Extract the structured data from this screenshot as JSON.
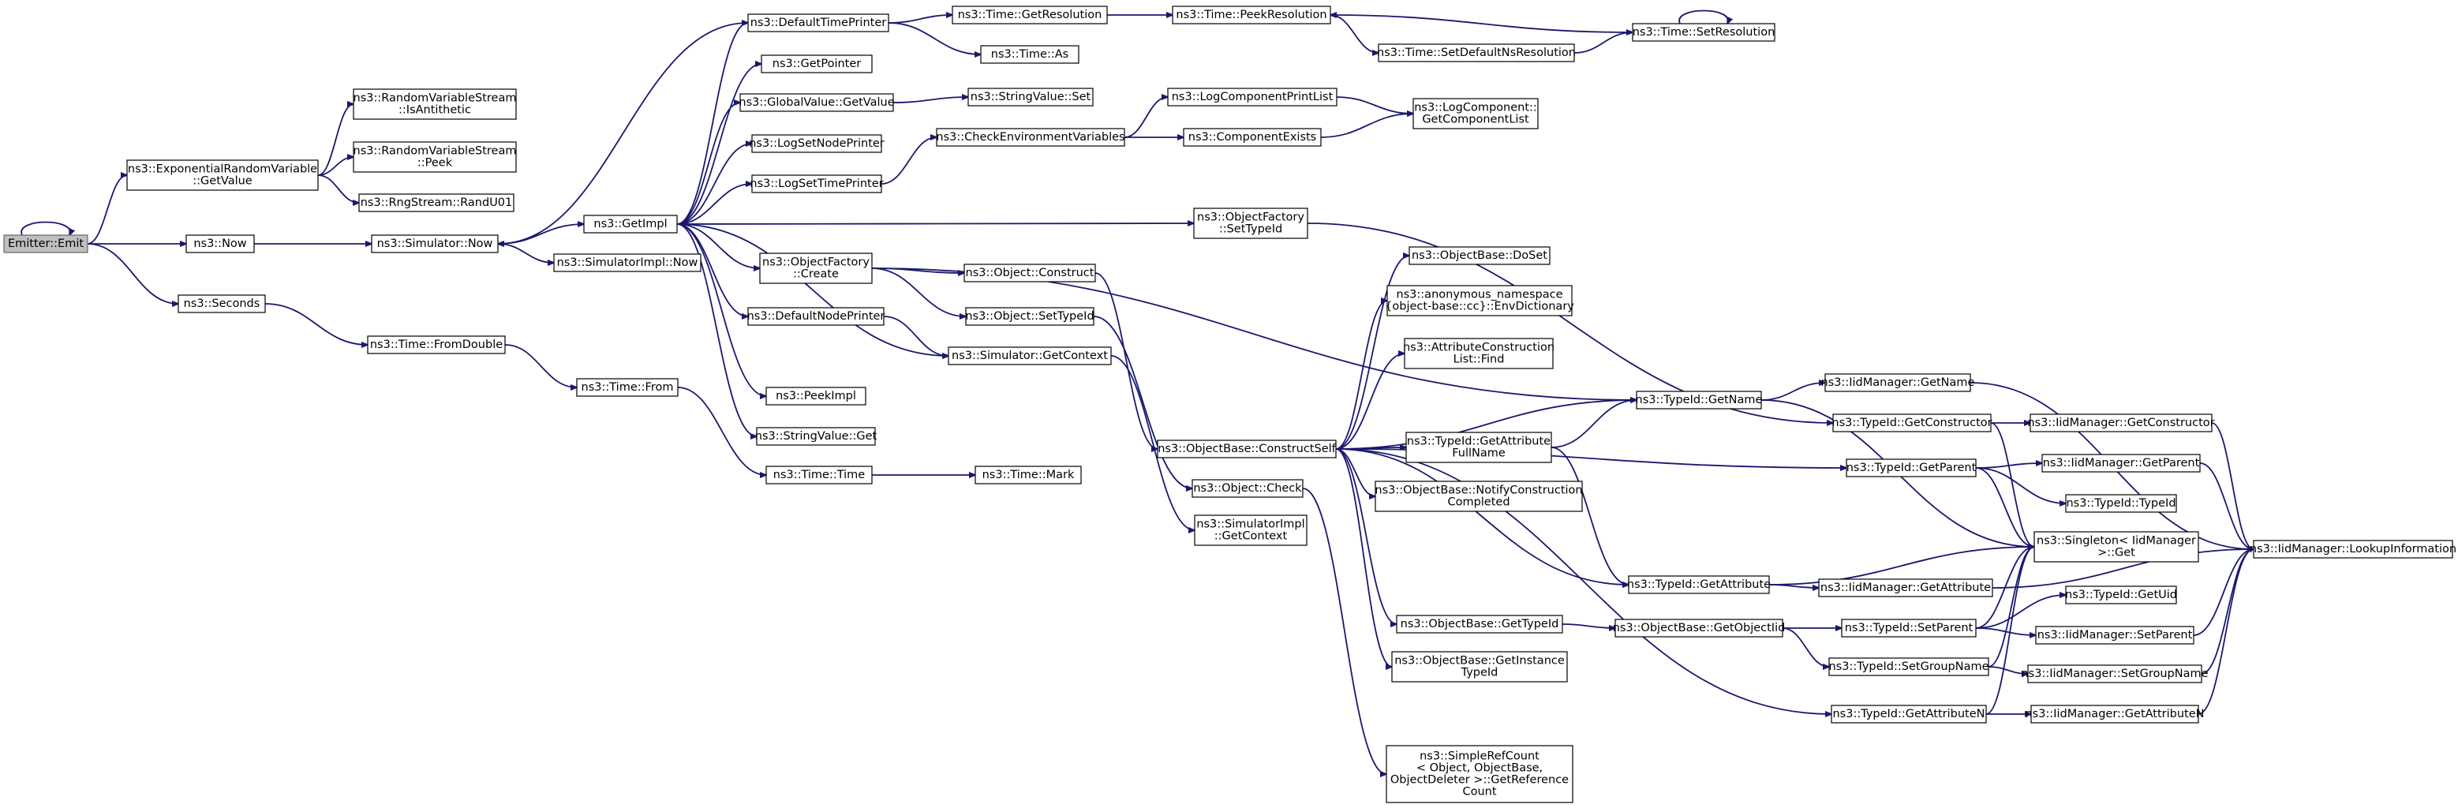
{
  "diagram": {
    "type": "call-graph",
    "edge_color": "#191970",
    "root_fill": "#bfbfbf",
    "nodes": [
      {
        "id": "emit",
        "label": [
          "Emitter::Emit"
        ],
        "root": true
      },
      {
        "id": "exprv",
        "label": [
          "ns3::ExponentialRandomVariable",
          "::GetValue"
        ]
      },
      {
        "id": "now1",
        "label": [
          "ns3::Now"
        ]
      },
      {
        "id": "seconds",
        "label": [
          "ns3::Seconds"
        ]
      },
      {
        "id": "isanti",
        "label": [
          "ns3::RandomVariableStream",
          "::IsAntithetic"
        ]
      },
      {
        "id": "peek",
        "label": [
          "ns3::RandomVariableStream",
          "::Peek"
        ]
      },
      {
        "id": "randu01",
        "label": [
          "ns3::RngStream::RandU01"
        ]
      },
      {
        "id": "simnow",
        "label": [
          "ns3::Simulator::Now"
        ]
      },
      {
        "id": "getimpl",
        "label": [
          "ns3::GetImpl"
        ]
      },
      {
        "id": "simimplnow",
        "label": [
          "ns3::SimulatorImpl::Now"
        ]
      },
      {
        "id": "fromdouble",
        "label": [
          "ns3::Time::FromDouble"
        ]
      },
      {
        "id": "timefrom",
        "label": [
          "ns3::Time::From"
        ]
      },
      {
        "id": "timetime",
        "label": [
          "ns3::Time::Time"
        ]
      },
      {
        "id": "timemark",
        "label": [
          "ns3::Time::Mark"
        ]
      },
      {
        "id": "dtp",
        "label": [
          "ns3::DefaultTimePrinter"
        ]
      },
      {
        "id": "getpointer",
        "label": [
          "ns3::GetPointer"
        ]
      },
      {
        "id": "gvget",
        "label": [
          "ns3::GlobalValue::GetValue"
        ]
      },
      {
        "id": "logsetnode",
        "label": [
          "ns3::LogSetNodePrinter"
        ]
      },
      {
        "id": "logsettime",
        "label": [
          "ns3::LogSetTimePrinter"
        ]
      },
      {
        "id": "ofcreate",
        "label": [
          "ns3::ObjectFactory",
          "::Create"
        ]
      },
      {
        "id": "dnp",
        "label": [
          "ns3::DefaultNodePrinter"
        ]
      },
      {
        "id": "peekimpl",
        "label": [
          "ns3::PeekImpl"
        ]
      },
      {
        "id": "svget",
        "label": [
          "ns3::StringValue::Get"
        ]
      },
      {
        "id": "getres",
        "label": [
          "ns3::Time::GetResolution"
        ]
      },
      {
        "id": "timeas",
        "label": [
          "ns3::Time::As"
        ]
      },
      {
        "id": "peekres",
        "label": [
          "ns3::Time::PeekResolution"
        ]
      },
      {
        "id": "setdefns",
        "label": [
          "ns3::Time::SetDefaultNsResolution"
        ]
      },
      {
        "id": "setres",
        "label": [
          "ns3::Time::SetResolution"
        ]
      },
      {
        "id": "svset",
        "label": [
          "ns3::StringValue::Set"
        ]
      },
      {
        "id": "checkenv",
        "label": [
          "ns3::CheckEnvironmentVariables"
        ]
      },
      {
        "id": "logcpl",
        "label": [
          "ns3::LogComponentPrintList"
        ]
      },
      {
        "id": "compexists",
        "label": [
          "ns3::ComponentExists"
        ]
      },
      {
        "id": "lcgcl",
        "label": [
          "ns3::LogComponent::",
          "GetComponentList"
        ]
      },
      {
        "id": "ofsettid",
        "label": [
          "ns3::ObjectFactory",
          "::SetTypeId"
        ]
      },
      {
        "id": "objconstruct",
        "label": [
          "ns3::Object::Construct"
        ]
      },
      {
        "id": "objsettid",
        "label": [
          "ns3::Object::SetTypeId"
        ]
      },
      {
        "id": "simgetctx",
        "label": [
          "ns3::Simulator::GetContext"
        ]
      },
      {
        "id": "obconstructself",
        "label": [
          "ns3::ObjectBase::ConstructSelf"
        ]
      },
      {
        "id": "objcheck",
        "label": [
          "ns3::Object::Check"
        ]
      },
      {
        "id": "simimplgetctx",
        "label": [
          "ns3::SimulatorImpl",
          "::GetContext"
        ]
      },
      {
        "id": "obdoset",
        "label": [
          "ns3::ObjectBase::DoSet"
        ]
      },
      {
        "id": "envdict",
        "label": [
          "ns3::anonymous_namespace",
          "{object-base::cc}::EnvDictionary"
        ]
      },
      {
        "id": "aclfind",
        "label": [
          "ns3::AttributeConstruction",
          "List::Find"
        ]
      },
      {
        "id": "tidgetattrfull",
        "label": [
          "ns3::TypeId::GetAttribute",
          "FullName"
        ]
      },
      {
        "id": "obnotify",
        "label": [
          "ns3::ObjectBase::NotifyConstruction",
          "Completed"
        ]
      },
      {
        "id": "obgettid",
        "label": [
          "ns3::ObjectBase::GetTypeId"
        ]
      },
      {
        "id": "obgetinst",
        "label": [
          "ns3::ObjectBase::GetInstance",
          "TypeId"
        ]
      },
      {
        "id": "srcref",
        "label": [
          "ns3::SimpleRefCount",
          "< Object, ObjectBase,",
          "ObjectDeleter >::GetReference",
          "Count"
        ]
      },
      {
        "id": "tidgetname",
        "label": [
          "ns3::TypeId::GetName"
        ]
      },
      {
        "id": "tidgetattr",
        "label": [
          "ns3::TypeId::GetAttribute"
        ]
      },
      {
        "id": "obgetobjiid",
        "label": [
          "ns3::ObjectBase::GetObjectIid"
        ]
      },
      {
        "id": "iidgetname",
        "label": [
          "ns3::IidManager::GetName"
        ]
      },
      {
        "id": "tidgetctor",
        "label": [
          "ns3::TypeId::GetConstructor"
        ]
      },
      {
        "id": "tidgetparent",
        "label": [
          "ns3::TypeId::GetParent"
        ]
      },
      {
        "id": "iidgetattr",
        "label": [
          "ns3::IidManager::GetAttribute"
        ]
      },
      {
        "id": "tidsetparent",
        "label": [
          "ns3::TypeId::SetParent"
        ]
      },
      {
        "id": "tidsetgroup",
        "label": [
          "ns3::TypeId::SetGroupName"
        ]
      },
      {
        "id": "tidgetattrn",
        "label": [
          "ns3::TypeId::GetAttributeN"
        ]
      },
      {
        "id": "iidgetctor",
        "label": [
          "ns3::IidManager::GetConstructor"
        ]
      },
      {
        "id": "iidgetparent",
        "label": [
          "ns3::IidManager::GetParent"
        ]
      },
      {
        "id": "tidtypeid",
        "label": [
          "ns3::TypeId::TypeId"
        ]
      },
      {
        "id": "singleton",
        "label": [
          "ns3::Singleton< IidManager",
          " >::Get"
        ]
      },
      {
        "id": "tidgetuid",
        "label": [
          "ns3::TypeId::GetUid"
        ]
      },
      {
        "id": "iidsetparent",
        "label": [
          "ns3::IidManager::SetParent"
        ]
      },
      {
        "id": "iidsetgroup",
        "label": [
          "ns3::IidManager::SetGroupName"
        ]
      },
      {
        "id": "iidgetattrn",
        "label": [
          "ns3::IidManager::GetAttributeN"
        ]
      },
      {
        "id": "iidlookup",
        "label": [
          "ns3::IidManager::LookupInformation"
        ]
      }
    ],
    "edges": [
      [
        "emit",
        "emit"
      ],
      [
        "emit",
        "exprv"
      ],
      [
        "emit",
        "now1"
      ],
      [
        "emit",
        "seconds"
      ],
      [
        "exprv",
        "isanti"
      ],
      [
        "exprv",
        "peek"
      ],
      [
        "exprv",
        "randu01"
      ],
      [
        "now1",
        "simnow"
      ],
      [
        "seconds",
        "fromdouble"
      ],
      [
        "fromdouble",
        "timefrom"
      ],
      [
        "timefrom",
        "timetime"
      ],
      [
        "timetime",
        "timemark"
      ],
      [
        "simnow",
        "getimpl"
      ],
      [
        "simnow",
        "simimplnow"
      ],
      [
        "getimpl",
        "dtp"
      ],
      [
        "getimpl",
        "getpointer"
      ],
      [
        "getimpl",
        "gvget"
      ],
      [
        "getimpl",
        "logsetnode"
      ],
      [
        "getimpl",
        "logsettime"
      ],
      [
        "getimpl",
        "ofcreate"
      ],
      [
        "getimpl",
        "dnp"
      ],
      [
        "getimpl",
        "peekimpl"
      ],
      [
        "getimpl",
        "svget"
      ],
      [
        "getimpl",
        "ofsettid"
      ],
      [
        "getimpl",
        "simgetctx"
      ],
      [
        "dtp",
        "simnow"
      ],
      [
        "dtp",
        "getres"
      ],
      [
        "dtp",
        "timeas"
      ],
      [
        "getres",
        "peekres"
      ],
      [
        "setres",
        "peekres"
      ],
      [
        "peekres",
        "setdefns"
      ],
      [
        "setdefns",
        "setres"
      ],
      [
        "setres",
        "setres"
      ],
      [
        "gvget",
        "svset"
      ],
      [
        "logsettime",
        "checkenv"
      ],
      [
        "checkenv",
        "logcpl"
      ],
      [
        "checkenv",
        "compexists"
      ],
      [
        "logcpl",
        "lcgcl"
      ],
      [
        "compexists",
        "lcgcl"
      ],
      [
        "ofcreate",
        "objconstruct"
      ],
      [
        "ofcreate",
        "objsettid"
      ],
      [
        "ofcreate",
        "tidgetname"
      ],
      [
        "dnp",
        "simgetctx"
      ],
      [
        "objconstruct",
        "obconstructself"
      ],
      [
        "objsettid",
        "objcheck"
      ],
      [
        "simgetctx",
        "simimplgetctx"
      ],
      [
        "ofsettid",
        "tidgetctor"
      ],
      [
        "objcheck",
        "srcref"
      ],
      [
        "obconstructself",
        "obdoset"
      ],
      [
        "obconstructself",
        "envdict"
      ],
      [
        "obconstructself",
        "aclfind"
      ],
      [
        "obconstructself",
        "tidgetname"
      ],
      [
        "obconstructself",
        "tidgetattrfull"
      ],
      [
        "obconstructself",
        "obnotify"
      ],
      [
        "obconstructself",
        "tidgetparent"
      ],
      [
        "obconstructself",
        "tidgetattr"
      ],
      [
        "obconstructself",
        "obgettid"
      ],
      [
        "obconstructself",
        "obgetinst"
      ],
      [
        "obconstructself",
        "tidgetattrn"
      ],
      [
        "tidgetattrfull",
        "tidgetname"
      ],
      [
        "tidgetattrfull",
        "tidgetattr"
      ],
      [
        "tidgetname",
        "iidgetname"
      ],
      [
        "tidgetname",
        "singleton"
      ],
      [
        "tidgetattr",
        "singleton"
      ],
      [
        "tidgetattr",
        "iidgetattr"
      ],
      [
        "obgettid",
        "obgetobjiid"
      ],
      [
        "obgetobjiid",
        "tidsetparent"
      ],
      [
        "obgetobjiid",
        "tidsetgroup"
      ],
      [
        "tidgetctor",
        "iidgetctor"
      ],
      [
        "tidgetctor",
        "singleton"
      ],
      [
        "tidgetparent",
        "iidgetparent"
      ],
      [
        "tidgetparent",
        "tidtypeid"
      ],
      [
        "tidgetparent",
        "singleton"
      ],
      [
        "tidsetparent",
        "tidgetuid"
      ],
      [
        "tidsetparent",
        "iidsetparent"
      ],
      [
        "tidsetparent",
        "singleton"
      ],
      [
        "tidsetgroup",
        "iidsetgroup"
      ],
      [
        "tidsetgroup",
        "singleton"
      ],
      [
        "tidgetattrn",
        "iidgetattrn"
      ],
      [
        "tidgetattrn",
        "singleton"
      ],
      [
        "iidgetname",
        "iidlookup"
      ],
      [
        "iidgetctor",
        "iidlookup"
      ],
      [
        "iidgetparent",
        "iidlookup"
      ],
      [
        "iidsetparent",
        "iidlookup"
      ],
      [
        "iidsetgroup",
        "iidlookup"
      ],
      [
        "iidgetattrn",
        "iidlookup"
      ],
      [
        "iidgetattr",
        "iidlookup"
      ]
    ]
  }
}
